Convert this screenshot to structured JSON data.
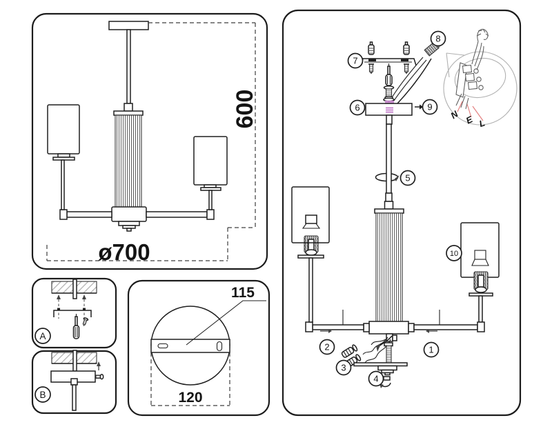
{
  "front_view": {
    "height_dim": "600",
    "diameter_dim": "ø700"
  },
  "canopy_view": {
    "hole_spacing_dim": "115",
    "width_dim": "120"
  },
  "panel_badges": {
    "a": "A",
    "b": "B"
  },
  "steps": {
    "s1": "1",
    "s2": "2",
    "s3": "3",
    "s4": "4",
    "s5": "5",
    "s6": "6",
    "s7": "7",
    "s8": "8",
    "s9": "9",
    "s10": "10"
  },
  "wiring_labels": {
    "neutral": "N",
    "earth": "E",
    "live": "L"
  },
  "colors": {
    "line": "#1f1f1f",
    "guide_gray": "#b0b0b0",
    "magenta_ticks": "#b55fbe",
    "red_leader": "#e37b7b"
  }
}
